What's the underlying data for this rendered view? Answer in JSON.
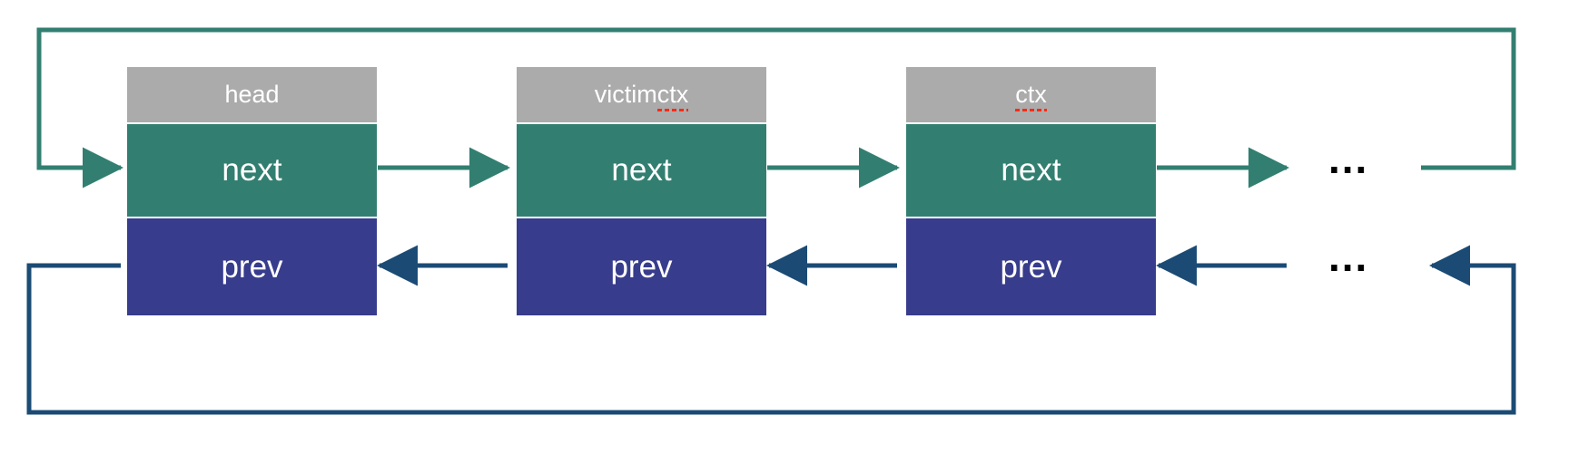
{
  "diagram": {
    "title": "doubly-linked-list-ctx-diagram",
    "colors": {
      "label_cell": "#ababab",
      "next_cell": "#327f71",
      "prev_cell": "#383c8c",
      "next_arrow": "#327f71",
      "prev_arrow": "#1b4b75",
      "spellcheck_underline": "#ff2a15",
      "background": "#ffffff"
    },
    "field_labels": {
      "next": "next",
      "prev": "prev"
    },
    "nodes": [
      {
        "id": "node-head",
        "label": "head",
        "label_plain": "head",
        "label_misspelled": "",
        "next": "next",
        "prev": "prev"
      },
      {
        "id": "node-victim",
        "label": "victim ctx",
        "label_plain": "victim ",
        "label_misspelled": "ctx",
        "next": "next",
        "prev": "prev"
      },
      {
        "id": "node-ctx",
        "label": "ctx",
        "label_plain": "",
        "label_misspelled": "ctx",
        "next": "next",
        "prev": "prev"
      }
    ],
    "continuations": [
      {
        "id": "ellipsis-next",
        "text": "..."
      },
      {
        "id": "ellipsis-prev",
        "text": "..."
      }
    ]
  }
}
